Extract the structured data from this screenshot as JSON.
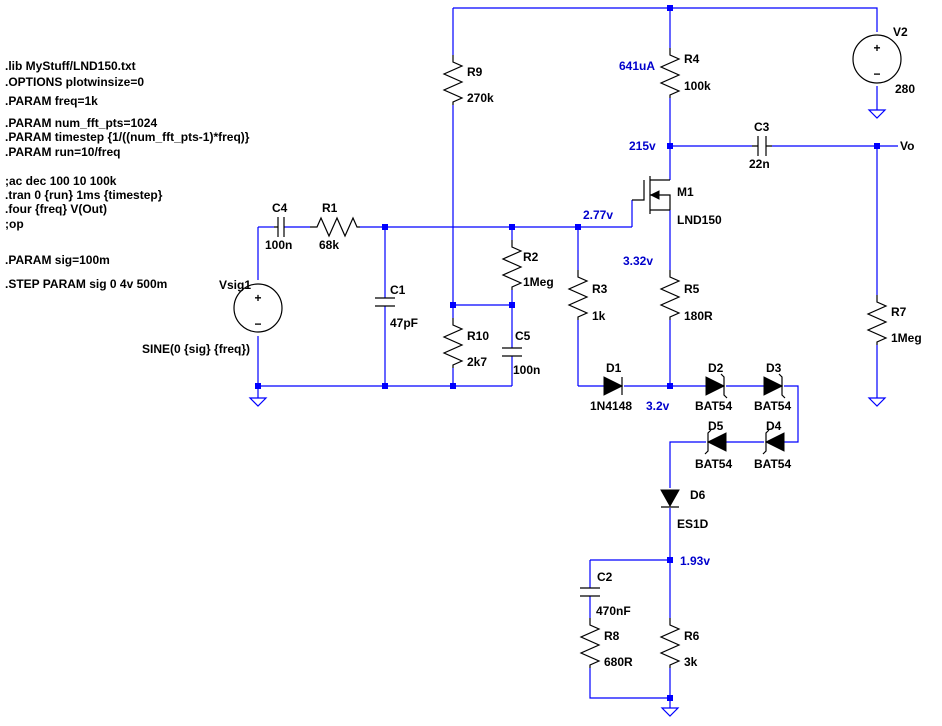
{
  "directives": [
    ".lib MyStuff/LND150.txt",
    ".OPTIONS plotwinsize=0",
    ".PARAM freq=1k",
    ".PARAM num_fft_pts=1024",
    ".PARAM timestep {1/((num_fft_pts-1)*freq)}",
    ".PARAM run=10/freq",
    ";ac dec 100 10 100k",
    ".tran 0 {run} 1ms {timestep}",
    ".four {freq} V(Out)",
    ";op",
    ".PARAM sig=100m",
    ".STEP PARAM sig 0 4v 500m"
  ],
  "components": {
    "C4": {
      "name": "C4",
      "value": "100n"
    },
    "R1": {
      "name": "R1",
      "value": "68k"
    },
    "C1": {
      "name": "C1",
      "value": "47pF"
    },
    "R9": {
      "name": "R9",
      "value": "270k"
    },
    "R10": {
      "name": "R10",
      "value": "2k7"
    },
    "R2": {
      "name": "R2",
      "value": "1Meg"
    },
    "C5": {
      "name": "C5",
      "value": "100n"
    },
    "R3": {
      "name": "R3",
      "value": "1k"
    },
    "R4": {
      "name": "R4",
      "value": "100k"
    },
    "M1": {
      "name": "M1",
      "value": "LND150"
    },
    "R5": {
      "name": "R5",
      "value": "180R"
    },
    "C3": {
      "name": "C3",
      "value": "22n"
    },
    "V2": {
      "name": "V2",
      "value": "280"
    },
    "R7": {
      "name": "R7",
      "value": "1Meg"
    },
    "D1": {
      "name": "D1",
      "value": "1N4148"
    },
    "D2": {
      "name": "D2",
      "value": "BAT54"
    },
    "D3": {
      "name": "D3",
      "value": "BAT54"
    },
    "D4": {
      "name": "D4",
      "value": "BAT54"
    },
    "D5": {
      "name": "D5",
      "value": "BAT54"
    },
    "D6": {
      "name": "D6",
      "value": "ES1D"
    },
    "C2": {
      "name": "C2",
      "value": "470nF"
    },
    "R8": {
      "name": "R8",
      "value": "680R"
    },
    "R6": {
      "name": "R6",
      "value": "3k"
    },
    "Vsig1": {
      "name": "Vsig1",
      "value": "SINE(0 {sig} {freq})"
    }
  },
  "annotations": {
    "i_r4": "641uA",
    "v_drain": "215v",
    "v_gate": "2.77v",
    "v_source": "3.32v",
    "v_d1": "3.2v",
    "v_r6": "1.93v"
  },
  "net_labels": {
    "vo": "Vo"
  },
  "symbols": {
    "plus": "+",
    "minus": "−"
  }
}
